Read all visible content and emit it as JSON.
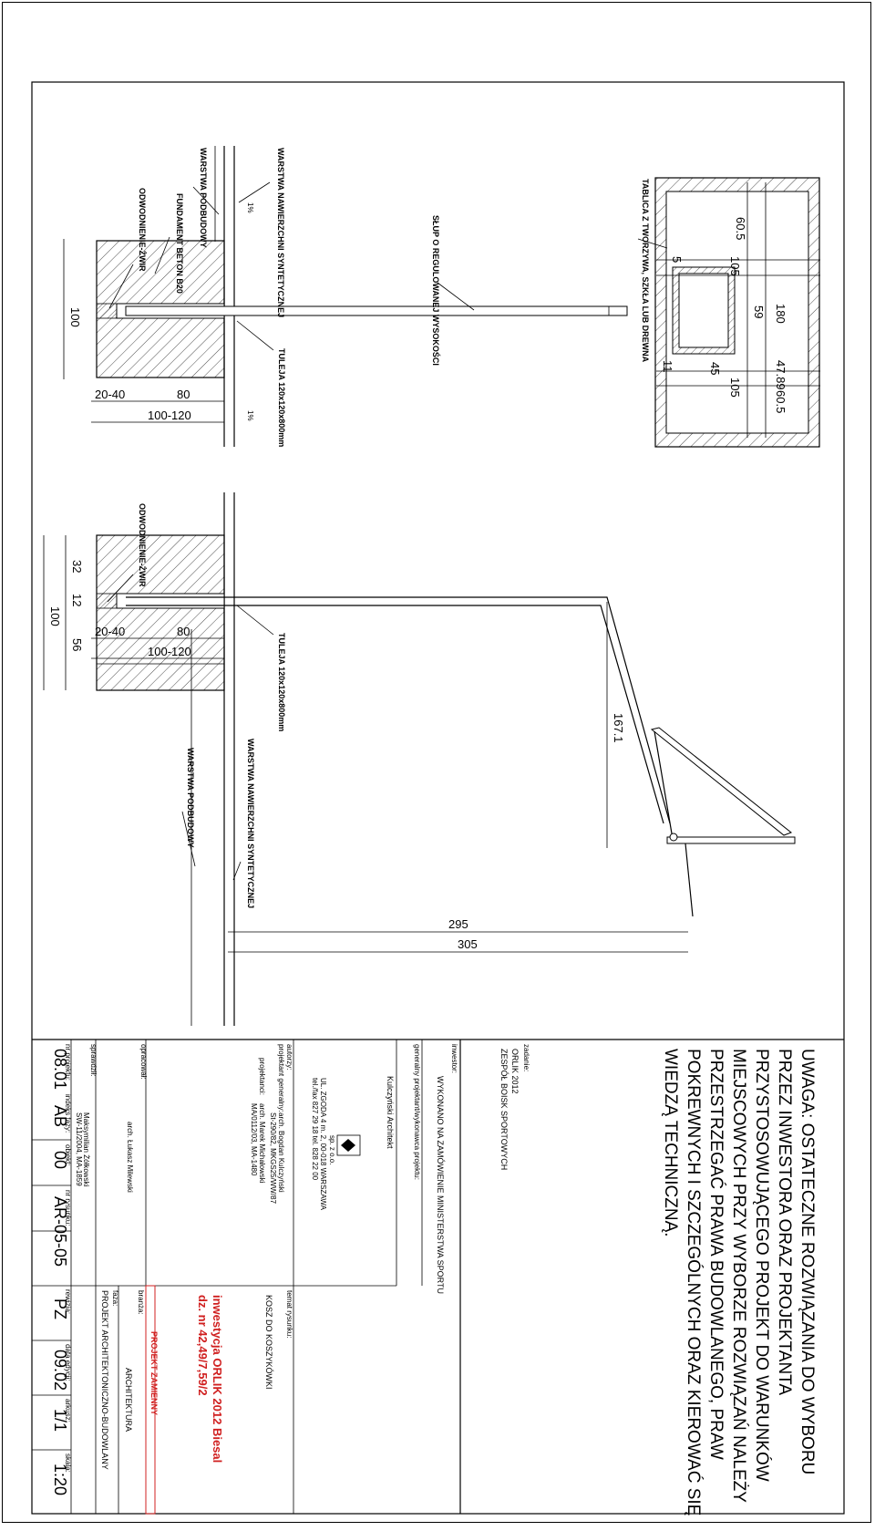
{
  "note": {
    "lines": [
      "UWAGA: OSTATECZNE ROZWIĄZANIA DO WYBORU",
      "PRZEZ INWESTORA ORAZ PROJEKTANTA",
      "PRZYSTOSOWUJĄCEGO PROJEKT DO WARUNKÓW",
      "MIEJSCOWYCH PRZY WYBORZE ROZWIĄZAŃ NALEŻY",
      "PRZESTRZEGAĆ PRAWA BUDOWLANEGO, PRAW",
      "POKREWNYCH I SZCZEGÓLNYCH ORAZ KIEROWAĆ SIĘ",
      "WIEDZĄ TECHNICZNĄ."
    ]
  },
  "title_block": {
    "zadanie_label": "zadanie:",
    "zadanie_line1": "ORLIK 2012",
    "zadanie_line2": "ZESPÓŁ BOISK SPORTOWYCH",
    "inwestor_label": "inwestor:",
    "inwestor_value": "WYKONANO NA ZAMÓWIENIE MINISTERSTWA SPORTU",
    "generalny_label": "generalny projektant/wykonawca projektu:",
    "company_name": "Kulczyński Architekt",
    "company_suffix": "sp. z o.o.",
    "company_addr1": "UL. ZGODA 4 m. 2, 00-018 WARSZAWA",
    "company_addr2": "tel./fax 827 29 18 tel. 828 22 00",
    "autorzy_label": "autorzy:",
    "proj_gen_label": "projektant generalny:",
    "proj_gen_name": "arch. Bogdan Kulczyński",
    "proj_gen_num": "St-290/82, MKGS25/WW/87",
    "projektanci_label": "projektanci:",
    "projektanci_name": "arch. Marek Michałowski",
    "projektanci_num": "MA/0112/03, MA-1480",
    "opracowal_label": "opracował:",
    "opracowal_name": "arch. Łukasz Milewski",
    "sprawdzil_label": "sprawdził:",
    "sprawdzil_name": "Maksymilian Żółkowski",
    "sprawdzil_num": "SW-11/2004, MA-1859",
    "temat_label": "temat rysunku:",
    "temat_value": "KOSZ DO KOSZYKÓWKI",
    "inwestycja_line1": "inwestycja ORLIK 2012 Biesal",
    "inwestycja_line2": "dz. nr 42,49/7,59/2",
    "projekt_zamienny": "PROJEKT ZAMIENNY",
    "branza_label": "branża:",
    "branza_value": "ARCHITEKTURA",
    "faza_label": "faza:",
    "faza_value": "PROJEKT ARCHITEKTONICZNO-BUDOWLANY",
    "nr_projektu_label": "nr projektu:",
    "nr_projektu": "08.01",
    "indeks_fazy_label": "indeks fazy:",
    "indeks_fazy": "AB",
    "obiekt_label": "obiekt:",
    "obiekt": "00",
    "nr_rysunku_label": "nr rysunku:",
    "nr_rysunku": "AR-05-05",
    "rewizja_label": "rewizja:",
    "rewizja": "PZ",
    "data_edycji_label": "data edycji:",
    "data_edycji": "09.02",
    "arkusz_label": "arkusz:",
    "arkusz": "1/1",
    "skala_label": "skala:",
    "skala": "1:20"
  },
  "drawing": {
    "top_labels": {
      "warstwa_nawierzchni": "WARSTWA NAWIERZCHNI SYNTETYCZNEJ",
      "warstwa_podbudowy": "WARSTWA PODBUDOWY",
      "fundament": "FUNDAMENT BETON B20",
      "odwodnienie": "ODWODNIENIE-ŻWIR",
      "slup": "SŁUP O REGULOWANEJ WYSOKOŚCI",
      "tablica": "TABLICA Z TWORZYWA, SZKŁA LUB DREWNA",
      "tuleja": "TULEJA 120x120x800mm",
      "slope": "1%"
    },
    "top_dims": {
      "d100": "100",
      "d20_40": "20-40",
      "d80": "80",
      "d100_120": "100-120",
      "b60_5a": "60.5",
      "b105a": "105",
      "b5": "5",
      "b180": "180",
      "b59": "59",
      "b11": "11",
      "b45": "45",
      "b47_89": "47.89",
      "b105b": "105",
      "b60_5b": "60.5"
    },
    "bottom_labels": {
      "odwodnienie": "ODWODNIENIE-ŻWIR",
      "tuleja": "TULEJA 120x120x800mm",
      "warstwa_nawierzchni": "WARSTWA NAWIERZCHNI SYNTETYCZNEJ",
      "warstwa_podbudowy": "WARSTWA PODBUDOWY"
    },
    "bottom_dims": {
      "d32": "32",
      "d12": "12",
      "d56": "56",
      "d100": "100",
      "d20_40": "20-40",
      "d80": "80",
      "d100_120": "100-120",
      "d167_1": "167.1",
      "d295": "295",
      "d305": "305"
    }
  }
}
